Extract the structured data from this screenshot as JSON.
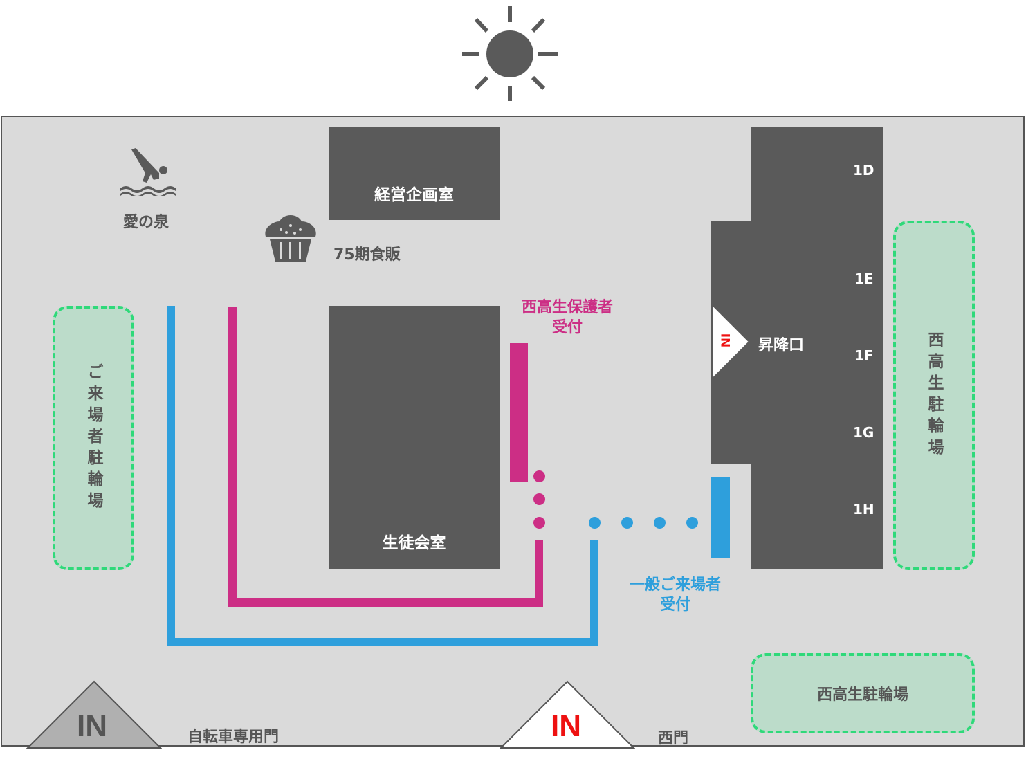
{
  "map": {
    "sun_icon": "sun-icon",
    "colors": {
      "ground": "#dadada",
      "building": "#5a5a5a",
      "parent_route": "#cc2e85",
      "general_route": "#2e9fdc",
      "bike_fill": "#bcdcca",
      "bike_border": "#2fd97a",
      "entrance_label": "#ee1111"
    },
    "buildings": {
      "planning_room": "経営企画室",
      "student_council": "生徒会室",
      "entrance_hall": "昇降口"
    },
    "stairs": [
      "1D",
      "1E",
      "1F",
      "1G",
      "1H"
    ],
    "landmarks": {
      "pool": {
        "label": "愛の泉",
        "icon": "diving-swimmer-icon"
      },
      "food_sale": {
        "label": "75期食販",
        "icon": "cupcake-icon"
      }
    },
    "reception": {
      "parent_line1": "西高生保護者",
      "parent_line2": "受付",
      "general_line1": "一般ご来場者",
      "general_line2": "受付"
    },
    "bike_parking": {
      "visitor": "ご来場者駐輪場",
      "student_vertical": "西高生駐輪場",
      "student_horizontal": "西高生駐輪場"
    },
    "gates": {
      "bicycle_gate_mark": "IN",
      "bicycle_gate_label": "自転車専用門",
      "west_gate_mark": "IN",
      "west_gate_label": "西門",
      "entrance_mark": "IN"
    }
  }
}
